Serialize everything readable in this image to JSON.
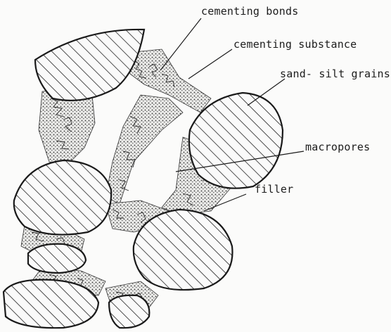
{
  "labels": {
    "cementing_bonds": "cementing bonds",
    "cementing_substance": "cementing substance",
    "sand_silt_grains": "sand- silt grains",
    "macropores": "macropores",
    "filler": "filler"
  }
}
